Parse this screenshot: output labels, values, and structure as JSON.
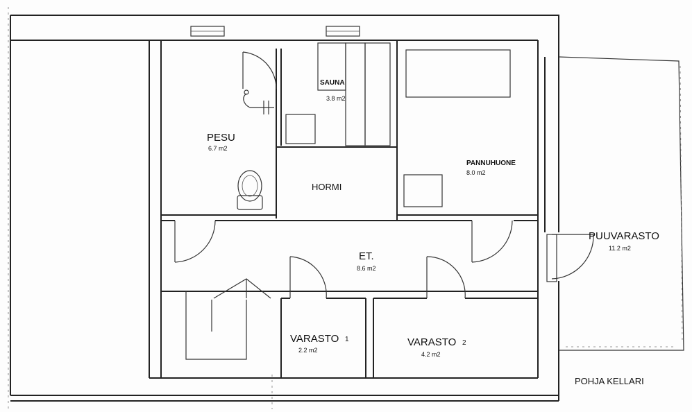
{
  "plan": {
    "rooms": {
      "pesu": {
        "name": "PESU",
        "area": "6.7 m2"
      },
      "sauna": {
        "name": "SAUNA",
        "area": "3.8 m2"
      },
      "pannuhuone": {
        "name": "PANNUHUONE",
        "area": "8.0 m2"
      },
      "hormi": {
        "name": "HORMI"
      },
      "et": {
        "name": "ET.",
        "area": "8.6 m2"
      },
      "varasto1": {
        "name": "VARASTO",
        "number": "1",
        "area": "2.2 m2"
      },
      "varasto2": {
        "name": "VARASTO",
        "number": "2",
        "area": "4.2 m2"
      },
      "puuvarasto": {
        "name": "PUUVARASTO",
        "area": "11.2 m2"
      }
    },
    "caption": "POHJA KELLARI"
  }
}
